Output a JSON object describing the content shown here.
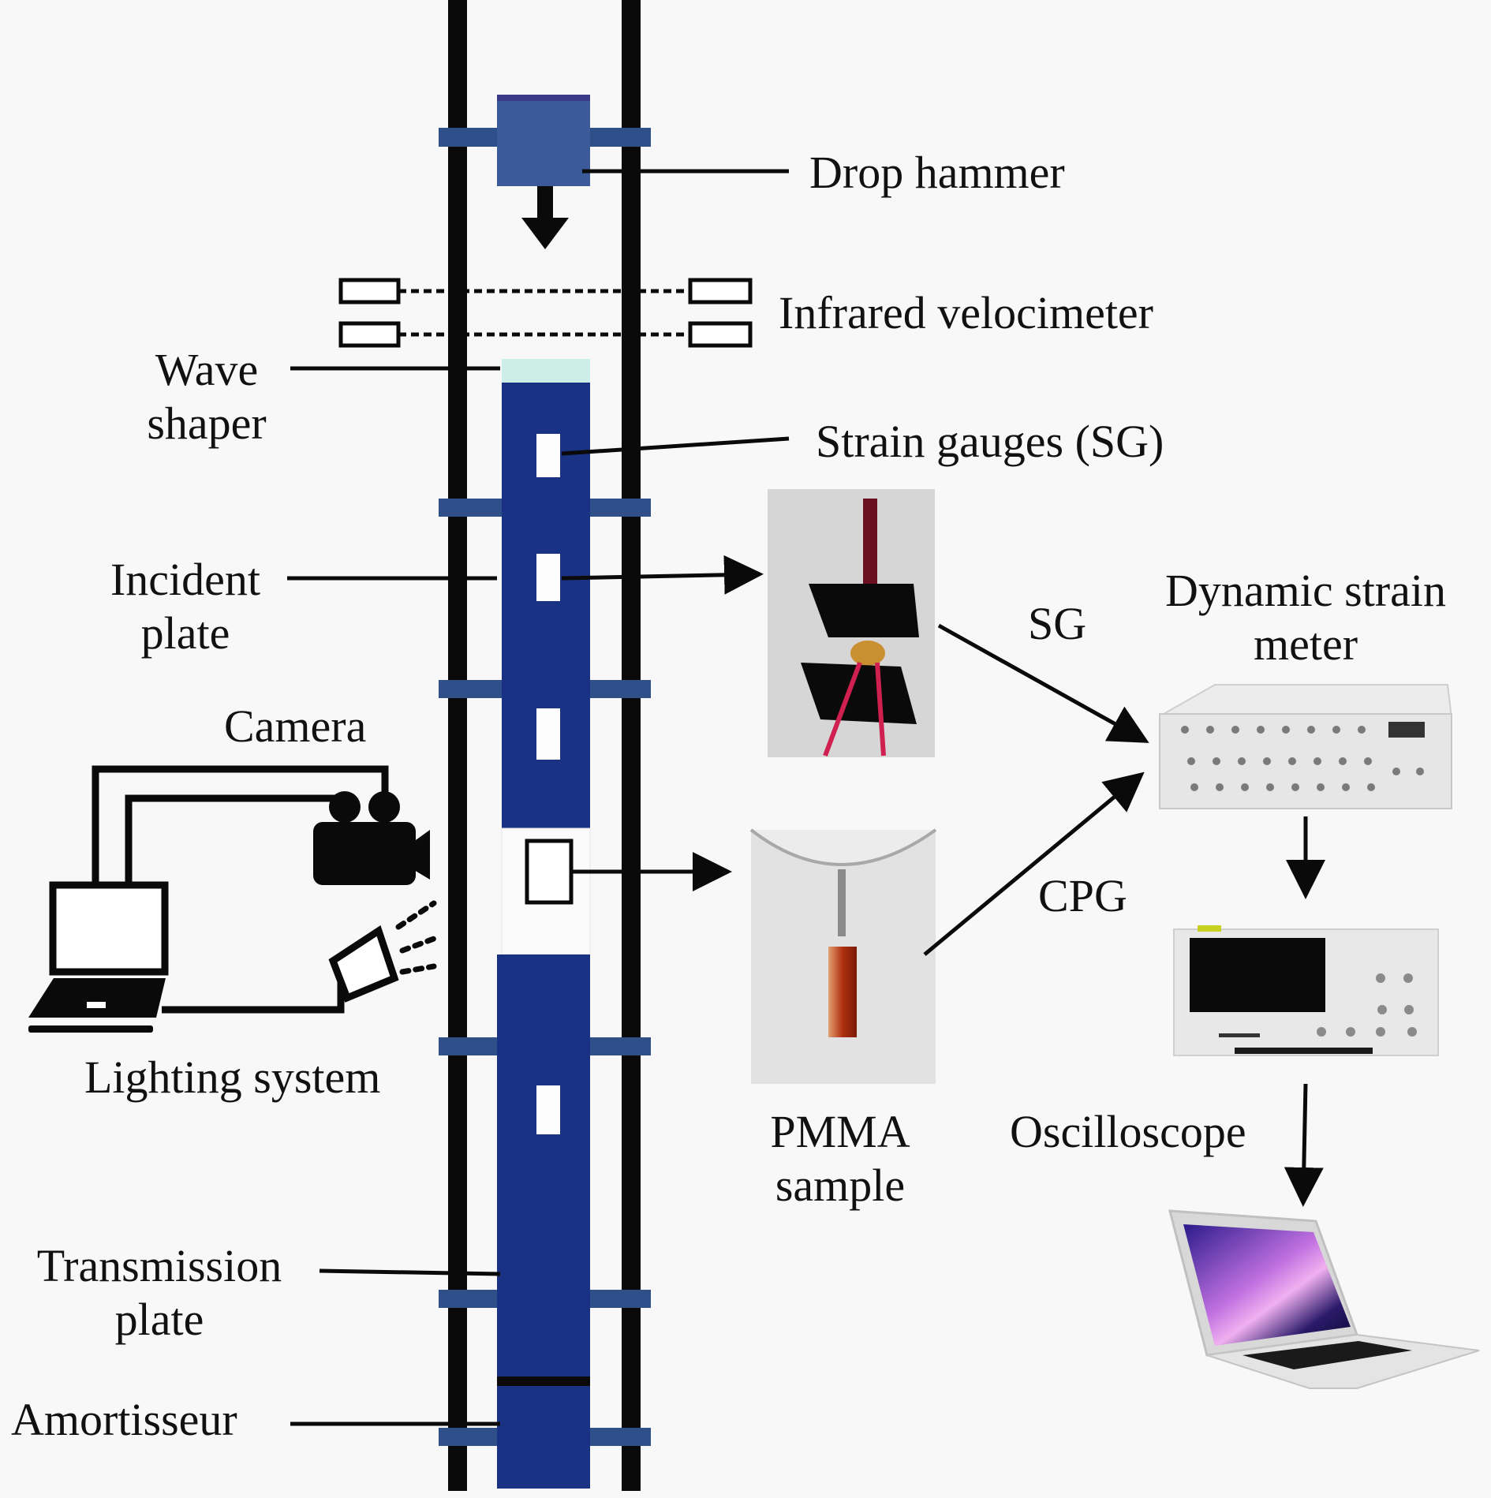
{
  "figure": {
    "type": "experimental-setup-schematic",
    "colors": {
      "background": "#f8f8f8",
      "rail": "#0a0a0a",
      "plate_blue": "#1a3283",
      "hammer_blue": "#3a5a9a",
      "clamp_blue": "#2e4f8a",
      "wave_shaper": "#cdeee6",
      "gauge_white": "#fdfdfd"
    },
    "labels": {
      "drop_hammer": "Drop hammer",
      "infrared_velocimeter": "Infrared velocimeter",
      "wave_shaper_line1": "Wave",
      "wave_shaper_line2": "shaper",
      "strain_gauges": "Strain gauges (SG)",
      "incident_plate_line1": "Incident",
      "incident_plate_line2": "plate",
      "camera": "Camera",
      "lighting_system": "Lighting system",
      "transmission_plate_line1": "Transmission",
      "transmission_plate_line2": "plate",
      "amortisseur": "Amortisseur",
      "sg_link": "SG",
      "cpg_link": "CPG",
      "dynamic_strain_meter_line1": "Dynamic strain",
      "dynamic_strain_meter_line2": "meter",
      "pmma_sample_line1": "PMMA",
      "pmma_sample_line2": "sample",
      "oscilloscope": "Oscilloscope"
    },
    "icons": {
      "computer_left": "laptop-icon",
      "camera": "video-camera-icon",
      "lighting": "spotlight-icon",
      "strain_meter": "dynamic-strain-meter-device",
      "oscilloscope": "oscilloscope-device",
      "computer_right": "laptop-photo"
    }
  }
}
